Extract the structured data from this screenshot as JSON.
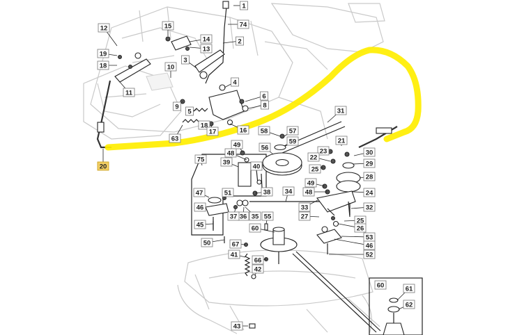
{
  "diagram": {
    "highlighted_part": "20",
    "highlight_color": "#ffee00",
    "highlight_label_color": "#f2cf66",
    "part_labels": [
      "1",
      "74",
      "15",
      "14",
      "13",
      "2",
      "12",
      "19",
      "18",
      "3",
      "10",
      "11",
      "4",
      "9",
      "6",
      "8",
      "5",
      "18",
      "17",
      "16",
      "63",
      "20",
      "31",
      "58",
      "57",
      "59",
      "56",
      "21",
      "23",
      "22",
      "30",
      "29",
      "25",
      "28",
      "75",
      "49",
      "48",
      "39",
      "40",
      "47",
      "51",
      "38",
      "34",
      "49",
      "48",
      "24",
      "46",
      "36",
      "35",
      "37",
      "33",
      "27",
      "32",
      "25",
      "26",
      "45",
      "55",
      "53",
      "60",
      "50",
      "67",
      "46",
      "41",
      "52",
      "66",
      "42",
      "60",
      "61",
      "62",
      "43"
    ]
  }
}
